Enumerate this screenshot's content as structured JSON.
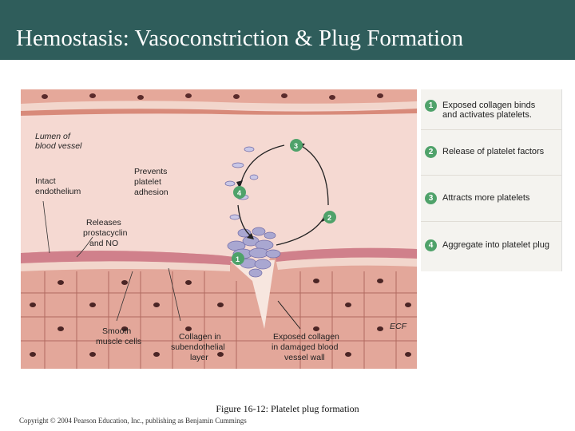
{
  "slide": {
    "title": "Hemostasis: Vasoconstriction & Plug Formation",
    "caption": "Figure 16-12: Platelet plug formation",
    "copyright": "Copyright © 2004 Pearson Education, Inc., publishing as Benjamin Cummings"
  },
  "figure": {
    "labels": {
      "lumen_1": "Lumen of",
      "lumen_2": "blood vessel",
      "intact_1": "Intact",
      "intact_2": "endothelium",
      "prevents_1": "Prevents",
      "prevents_2": "platelet",
      "prevents_3": "adhesion",
      "releases_1": "Releases",
      "releases_2": "prostacyclin",
      "releases_3": "and NO",
      "smooth_1": "Smooth",
      "smooth_2": "muscle cells",
      "collagen_1": "Collagen in",
      "collagen_2": "subendothelial",
      "collagen_3": "layer",
      "exposed_1": "Exposed collagen",
      "exposed_2": "in damaged blood",
      "exposed_3": "vessel wall",
      "ecf": "ECF"
    },
    "badges": [
      "1",
      "2",
      "3",
      "4"
    ]
  },
  "legend": {
    "items": [
      {
        "num": "1",
        "line1": "Exposed collagen binds",
        "line2": "and activates platelets."
      },
      {
        "num": "2",
        "line1": "Release of platelet factors",
        "line2": ""
      },
      {
        "num": "3",
        "line1": "Attracts more platelets",
        "line2": ""
      },
      {
        "num": "4",
        "line1": "Aggregate into platelet plug",
        "line2": ""
      }
    ]
  },
  "colors": {
    "header": "#2f5d5b",
    "badge": "#4fa26a",
    "tissue": "#e3a79a",
    "collagen": "#f2d6cc",
    "platelet": "#a9a7d1",
    "lumen": "#f5d9d2"
  }
}
